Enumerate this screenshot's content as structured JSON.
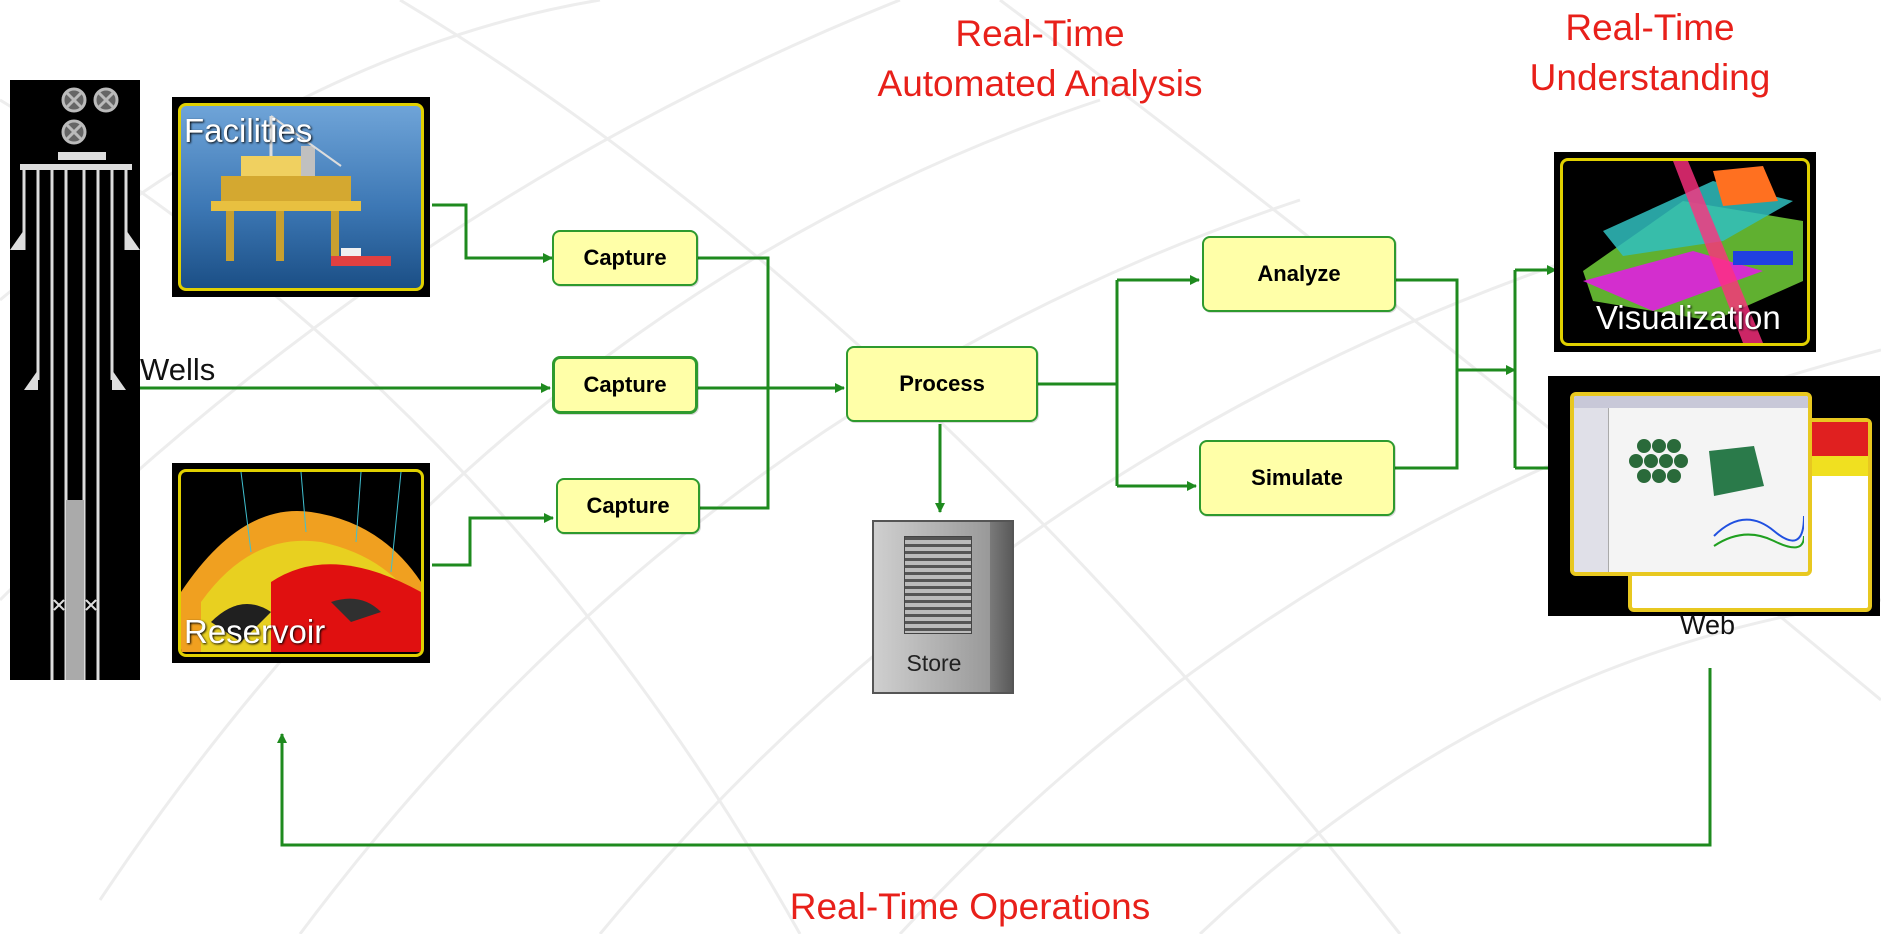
{
  "headings": {
    "automated_analysis_line1": "Real-Time",
    "automated_analysis_line2": "Automated Analysis",
    "understanding_line1": "Real-Time",
    "understanding_line2": "Understanding",
    "operations": "Real-Time Operations"
  },
  "sources": {
    "facilities": "Facilities",
    "wells": "Wells",
    "reservoir": "Reservoir"
  },
  "nodes": {
    "capture_top": "Capture",
    "capture_middle": "Capture",
    "capture_bottom": "Capture",
    "process": "Process",
    "store": "Store",
    "analyze": "Analyze",
    "simulate": "Simulate"
  },
  "outputs": {
    "visualization": "Visualization",
    "web": "Web"
  },
  "colors": {
    "heading_red": "#e8201a",
    "connector_green": "#1e8a1e",
    "node_fill": "#ffffa8",
    "frame_yellow": "#e0d000"
  }
}
